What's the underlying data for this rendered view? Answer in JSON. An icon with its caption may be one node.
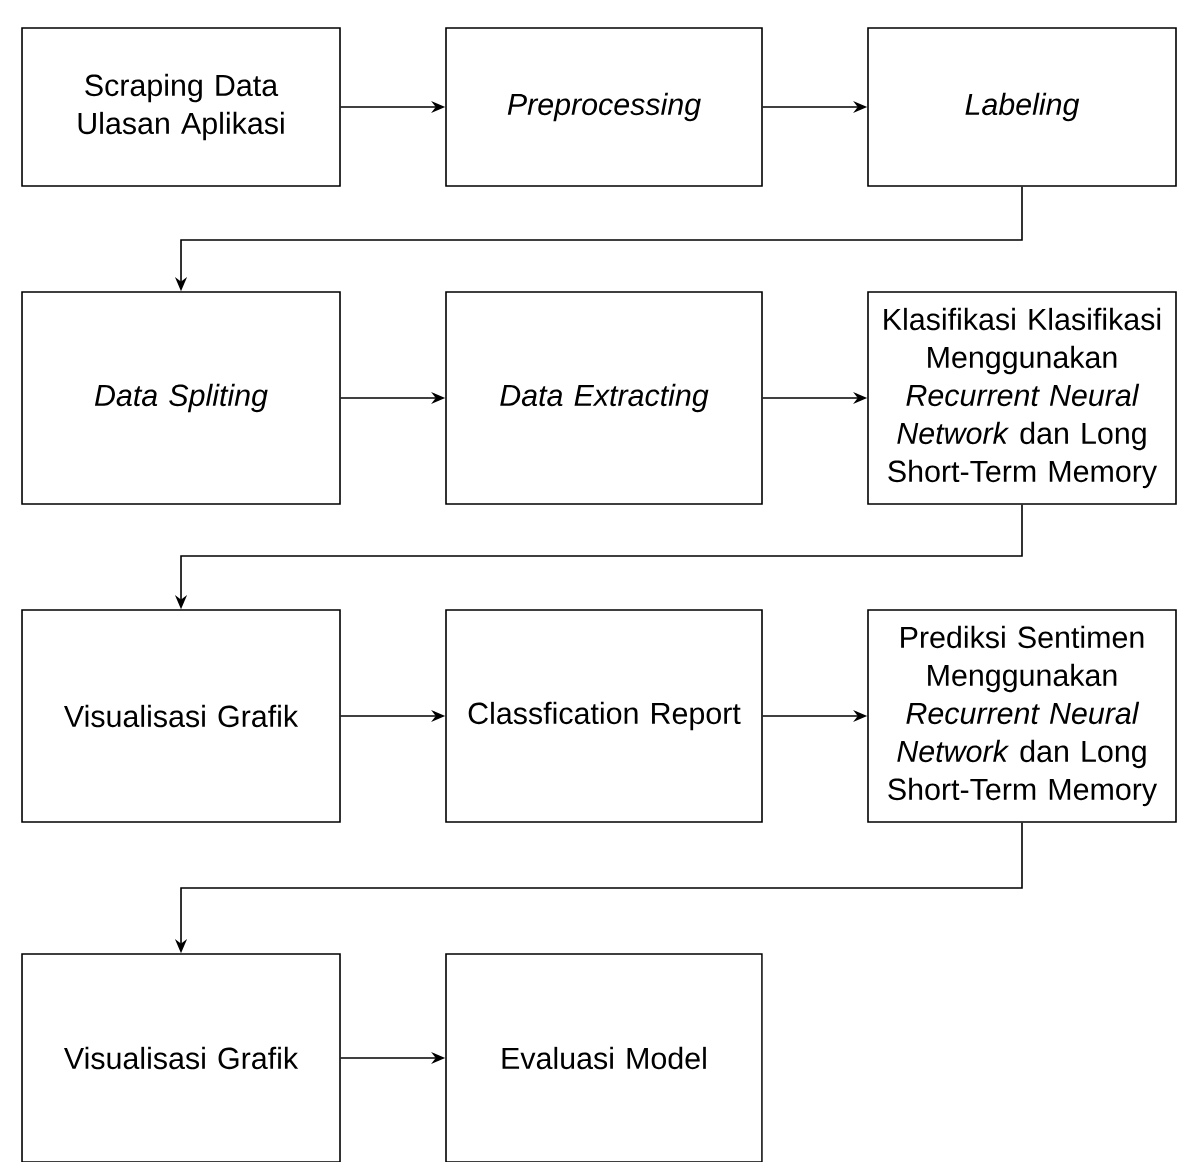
{
  "diagram": {
    "nodes": [
      {
        "text": [
          "Scraping Data Ulasan Aplikasi"
        ]
      },
      {
        "text": [
          "Preprocessing"
        ]
      },
      {
        "text": [
          "Labeling"
        ]
      },
      {
        "text": [
          "Data Spliting"
        ]
      },
      {
        "text": [
          "Data Extracting"
        ]
      },
      {
        "text": [
          "Klasifikasi Klasifikasi Menggunakan *Recurrent Neural Network* dan Long Short-Term Memory"
        ]
      },
      {
        "text": [
          "Visualisasi Grafik"
        ]
      },
      {
        "text": [
          "Classfication Report"
        ]
      },
      {
        "text": [
          "Prediksi Sentimen Menggunakan *Recurrent Neural Network* dan Long Short-Term Memory"
        ]
      },
      {
        "text": [
          "Visualisasi Grafik"
        ]
      },
      {
        "text": [
          "Evaluasi Model"
        ]
      }
    ],
    "edges": [
      {
        "from": 0,
        "to": 1,
        "arrow": "to"
      },
      {
        "from": 1,
        "to": 2,
        "arrow": "to"
      },
      {
        "from": 2,
        "to": 3,
        "arrow": "to"
      },
      {
        "from": 3,
        "to": 4,
        "arrow": "to"
      },
      {
        "from": 4,
        "to": 5,
        "arrow": "to"
      },
      {
        "from": 5,
        "to": 6,
        "arrow": "to"
      },
      {
        "from": 6,
        "to": 7,
        "arrow": "to"
      },
      {
        "from": 7,
        "to": 8,
        "arrow": "to"
      },
      {
        "from": 8,
        "to": 9,
        "arrow": "to"
      },
      {
        "from": 9,
        "to": 10,
        "arrow": "to"
      }
    ]
  }
}
